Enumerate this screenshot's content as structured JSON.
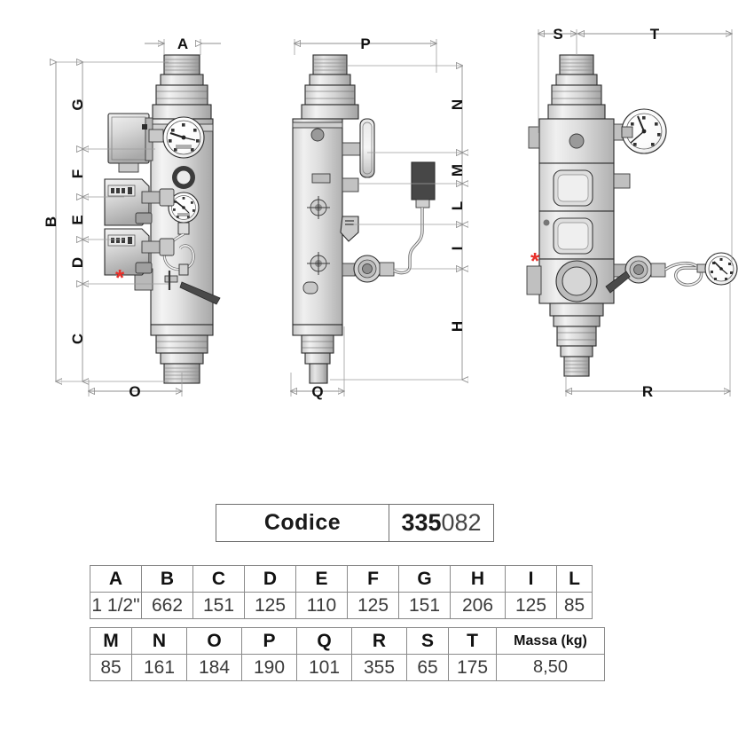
{
  "product": {
    "code_label": "Codice",
    "code_bold": "335",
    "code_light": "082"
  },
  "views": {
    "front": {
      "name": "front-view",
      "dimensions_vertical_outer": [
        "B"
      ],
      "dimensions_vertical_inner": [
        "G",
        "F",
        "E",
        "D",
        "C"
      ],
      "dimension_top": "A",
      "dimension_bottom": "O",
      "marker": "red-asterisk"
    },
    "side": {
      "name": "side-view",
      "dimension_top": "P",
      "dimensions_vertical": [
        "N",
        "M",
        "L",
        "I",
        "H"
      ],
      "dimension_bottom": "Q"
    },
    "top": {
      "name": "top-view",
      "dimensions_top": [
        "S",
        "T"
      ],
      "dimension_bottom": "R",
      "marker": "red-asterisk"
    }
  },
  "table1": {
    "headers": [
      "A",
      "B",
      "C",
      "D",
      "E",
      "F",
      "G",
      "H",
      "I",
      "L"
    ],
    "values": [
      "1 1/2\"",
      "662",
      "151",
      "125",
      "110",
      "125",
      "151",
      "206",
      "125",
      "85"
    ]
  },
  "table2": {
    "headers": [
      "M",
      "N",
      "O",
      "P",
      "Q",
      "R",
      "S",
      "T",
      "Massa (kg)"
    ],
    "values": [
      "85",
      "161",
      "184",
      "190",
      "101",
      "355",
      "65",
      "175",
      "8,50"
    ]
  },
  "colors": {
    "metal_light": "#e9e9e9",
    "metal_mid": "#cfcfcf",
    "metal_dark": "#9a9a9a",
    "outline": "#2b2b2b",
    "dimension_line": "#8f8f8f",
    "accent_red": "#e8302a"
  },
  "labels": {
    "A": "A",
    "B": "B",
    "C": "C",
    "D": "D",
    "E": "E",
    "F": "F",
    "G": "G",
    "H": "H",
    "I": "I",
    "L": "L",
    "M": "M",
    "N": "N",
    "O": "O",
    "P": "P",
    "Q": "Q",
    "R": "R",
    "S": "S",
    "T": "T"
  }
}
